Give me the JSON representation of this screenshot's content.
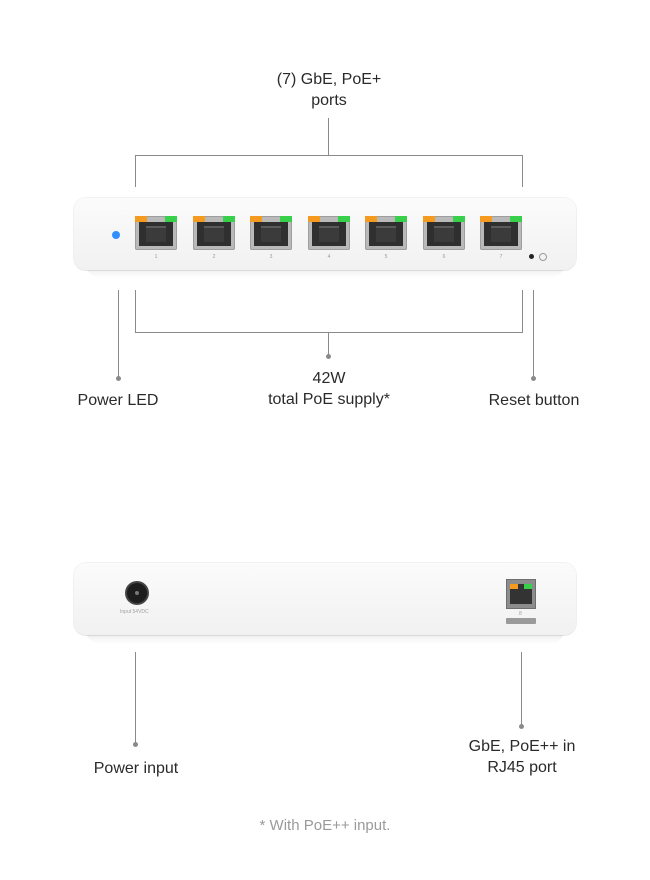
{
  "labels": {
    "ports": "(7) GbE, PoE+\nports",
    "ports_line1": "(7) GbE, PoE+",
    "ports_line2": "ports",
    "power_led": "Power LED",
    "poe_supply_line1": "42W",
    "poe_supply_line2": "total PoE supply*",
    "reset_button": "Reset button",
    "power_input": "Power input",
    "uplink_line1": "GbE, PoE++ in",
    "uplink_line2": "RJ45 port",
    "footnote": "* With PoE++ input."
  },
  "front_device": {
    "port_count": 7,
    "port_numbers": [
      "1",
      "2",
      "3",
      "4",
      "5",
      "6",
      "7"
    ]
  },
  "back_device": {
    "power_jack_text": "Input 54VDC",
    "uplink_port_number": "8"
  },
  "colors": {
    "power_led": "#2f8fff",
    "port_led_orange": "#f39a1f",
    "port_led_green": "#38cf4b",
    "callout_line": "#8a8a8a"
  }
}
